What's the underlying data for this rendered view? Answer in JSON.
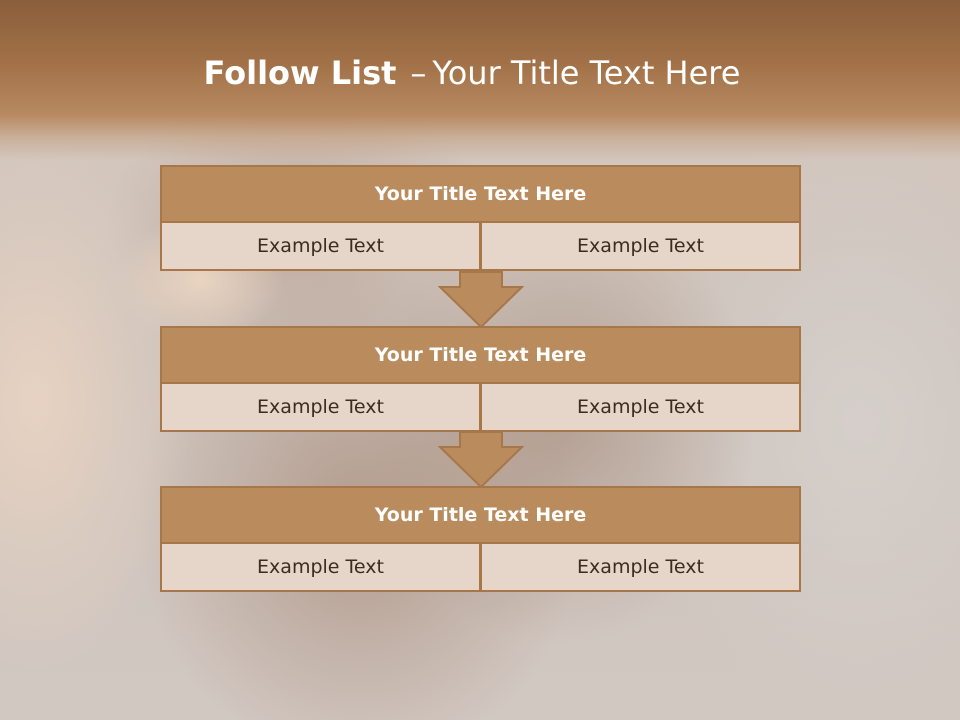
{
  "slide": {
    "title_bold": "Follow List",
    "title_dash": "–",
    "title_rest": "Your Title Text Here"
  },
  "blocks": [
    {
      "title": "Your Title Text Here",
      "cells": [
        "Example Text",
        "Example Text"
      ]
    },
    {
      "title": "Your Title Text Here",
      "cells": [
        "Example Text",
        "Example Text"
      ]
    },
    {
      "title": "Your Title Text Here",
      "cells": [
        "Example Text",
        "Example Text"
      ]
    }
  ],
  "colors": {
    "header_fill": "#b98b5d",
    "border": "#a7774a",
    "cell_fill": "#e5d6c9",
    "arrow_fill": "#b98b5d"
  },
  "icons": [
    "down-arrow-icon",
    "down-arrow-icon"
  ]
}
